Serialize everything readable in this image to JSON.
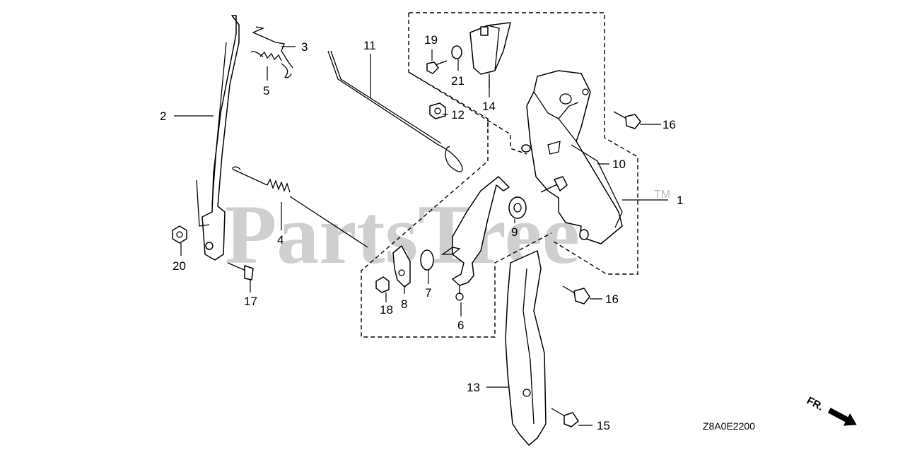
{
  "watermark": {
    "text": "PartsTree",
    "trademark": "TM"
  },
  "diagram_code": "Z8A0E2200",
  "direction_label": "FR.",
  "callouts": {
    "p1": "1",
    "p2": "2",
    "p3": "3",
    "p4": "4",
    "p5": "5",
    "p6": "6",
    "p7": "7",
    "p8": "8",
    "p9": "9",
    "p10": "10",
    "p11": "11",
    "p12": "12",
    "p13": "13",
    "p14": "14",
    "p15": "15",
    "p16a": "16",
    "p16b": "16",
    "p17": "17",
    "p18": "18",
    "p19": "19",
    "p20": "20",
    "p21": "21"
  }
}
